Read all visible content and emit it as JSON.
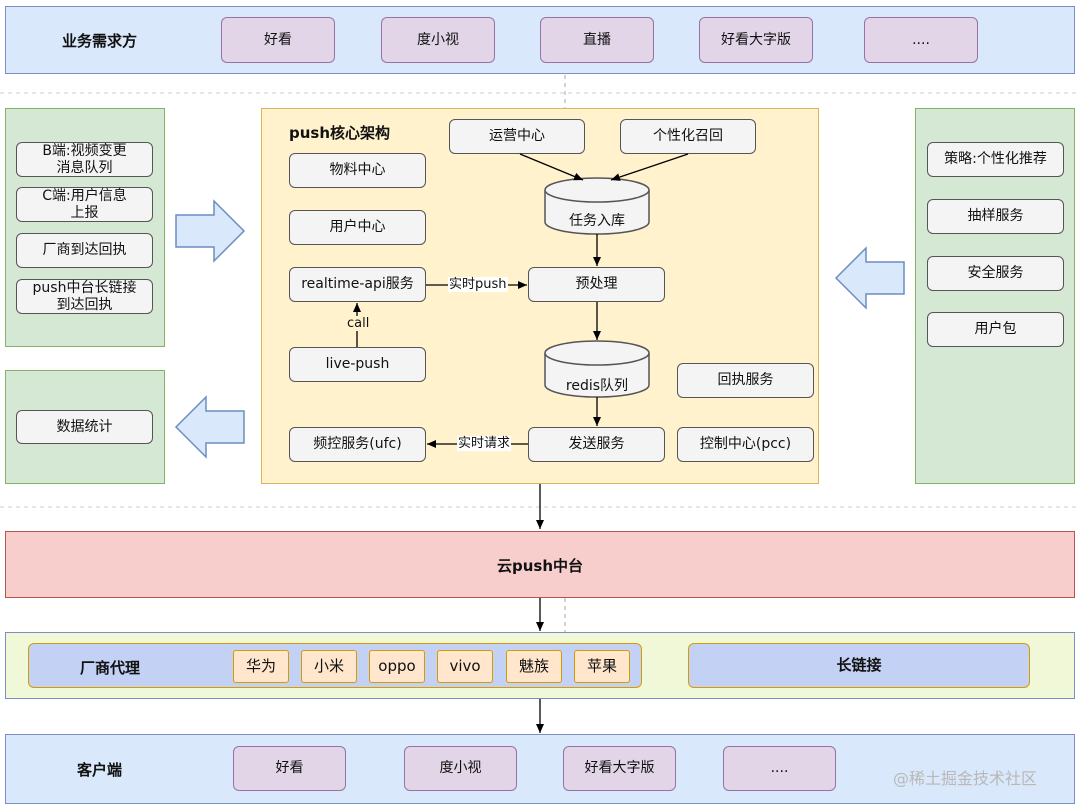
{
  "top_band": {
    "title": "业务需求方",
    "items": [
      "好看",
      "度小视",
      "直播",
      "好看大字版",
      "...."
    ]
  },
  "left_sources": [
    "B端:视频变更\n消息队列",
    "C端:用户信息\n上报",
    "厂商到达回执",
    "push中台长链接\n到达回执"
  ],
  "left_output": "数据统计",
  "core": {
    "title": "push核心架构",
    "operation_center": "运营中心",
    "personal_recall": "个性化召回",
    "task_db": "任务入库",
    "material_center": "物料中心",
    "user_center": "用户中心",
    "realtime_api": "realtime-api服务",
    "realtime_push_label": "实时push",
    "preprocess": "预处理",
    "call_label": "call",
    "live_push": "live-push",
    "redis_queue": "redis队列",
    "receipt_service": "回执服务",
    "freq_control": "频控服务(ufc)",
    "realtime_request_label": "实时请求",
    "send_service": "发送服务",
    "control_center": "控制中心(pcc)"
  },
  "right_services": [
    "策略:个性化推荐",
    "抽样服务",
    "安全服务",
    "用户包"
  ],
  "cloud_push": "云push中台",
  "vendor_band": {
    "title": "厂商代理",
    "vendors": [
      "华为",
      "小米",
      "oppo",
      "vivo",
      "魅族",
      "苹果"
    ],
    "long_link": "长链接"
  },
  "client_band": {
    "title": "客户端",
    "items": [
      "好看",
      "度小视",
      "好看大字版",
      "...."
    ]
  },
  "watermark": "@稀土掘金技术社区",
  "colors": {
    "band_blue": "#dae8fc",
    "band_green": "#d5e8d4",
    "core_yellow": "#fff2cc",
    "cloud_red": "#f8cecc",
    "vendor_band": "#f0f8d8",
    "purple": "#e1d5e7",
    "vendor_orange": "#ffe6cc",
    "long_link_blue": "#c3d1f5"
  }
}
